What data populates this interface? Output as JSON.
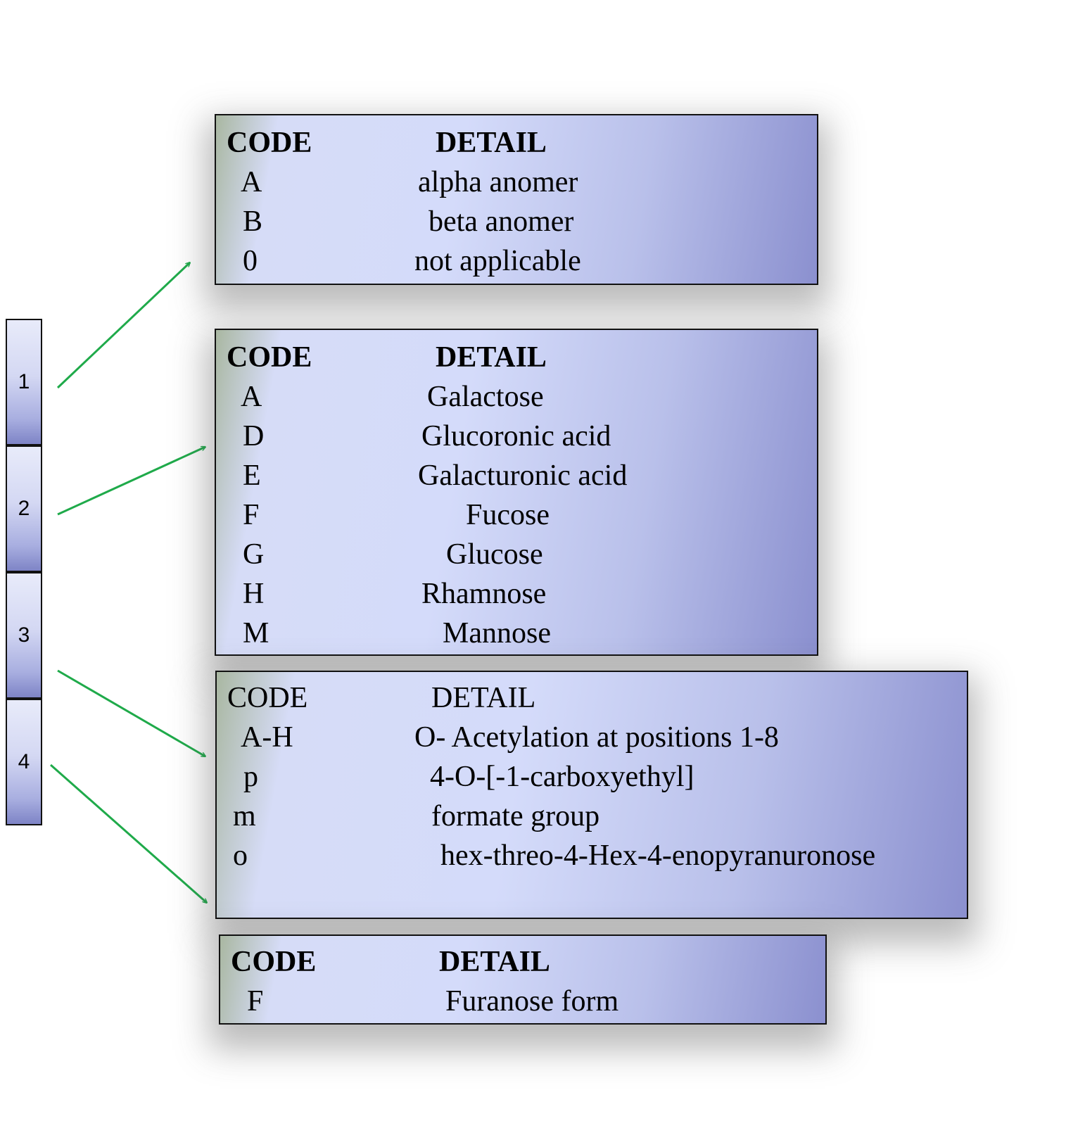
{
  "segments": [
    "1",
    "2",
    "3",
    "4"
  ],
  "tables": [
    {
      "header": {
        "code": "CODE",
        "detail": "DETAIL"
      },
      "rows": [
        {
          "code": "A",
          "detail": "alpha anomer"
        },
        {
          "code": "B",
          "detail": "beta anomer"
        },
        {
          "code": "0",
          "detail": "not applicable"
        }
      ]
    },
    {
      "header": {
        "code": "CODE",
        "detail": "DETAIL"
      },
      "rows": [
        {
          "code": "A",
          "detail": "Galactose"
        },
        {
          "code": "D",
          "detail": "Glucoronic acid"
        },
        {
          "code": "E",
          "detail": "Galacturonic acid"
        },
        {
          "code": "F",
          "detail": "Fucose"
        },
        {
          "code": "G",
          "detail": "Glucose"
        },
        {
          "code": "H",
          "detail": "Rhamnose"
        },
        {
          "code": "M",
          "detail": "Mannose"
        }
      ]
    },
    {
      "header": {
        "code": "CODE",
        "detail": "DETAIL"
      },
      "rows": [
        {
          "code": "A-H",
          "detail": "O- Acetylation at positions 1-8"
        },
        {
          "code": "p",
          "detail": "4-O-[-1-carboxyethyl]"
        },
        {
          "code": "m",
          "detail": "formate group"
        },
        {
          "code": "o",
          "detail": "hex-threo-4-Hex-4-enopyranuronose"
        }
      ]
    },
    {
      "header": {
        "code": "CODE",
        "detail": "DETAIL"
      },
      "rows": [
        {
          "code": "F",
          "detail": "Furanose form"
        }
      ]
    }
  ],
  "colors": {
    "arrow": "#1faa4a"
  }
}
